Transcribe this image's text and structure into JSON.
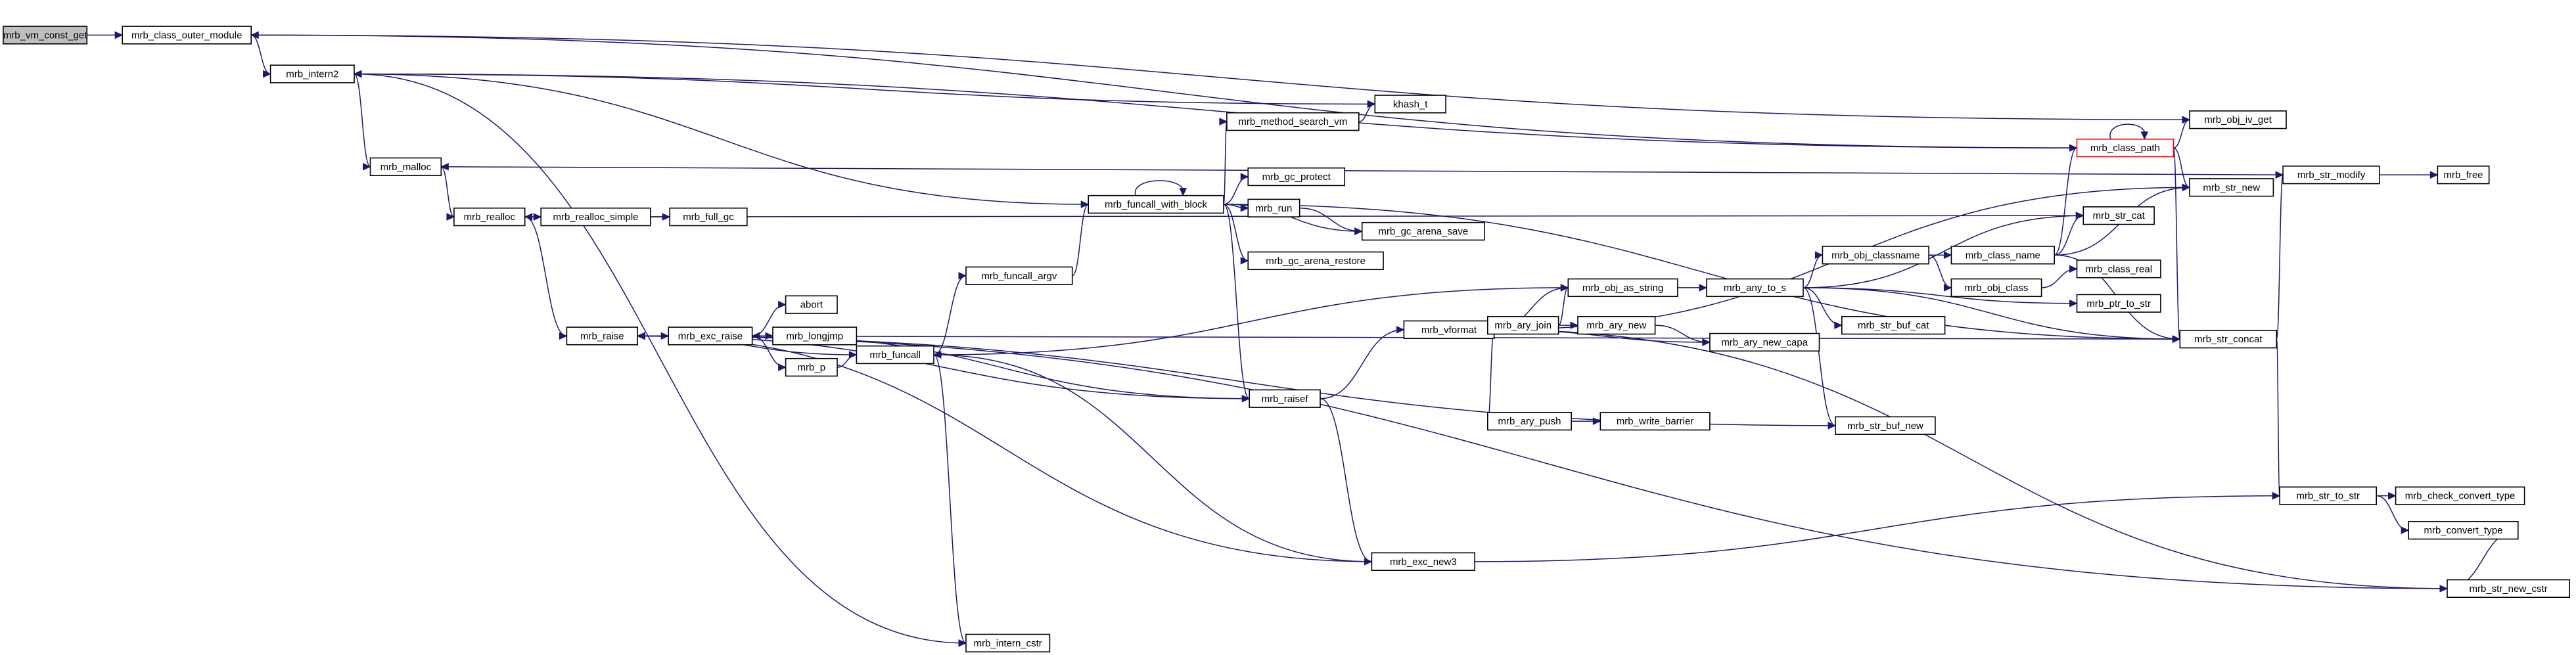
{
  "nodes": [
    {
      "id": "n0",
      "label": "mrb_vm_const_get",
      "root": true
    },
    {
      "id": "n1",
      "label": "mrb_class_outer_module"
    },
    {
      "id": "n2",
      "label": "mrb_intern2"
    },
    {
      "id": "n3",
      "label": "mrb_malloc"
    },
    {
      "id": "n4",
      "label": "mrb_realloc"
    },
    {
      "id": "n5",
      "label": "mrb_realloc_simple"
    },
    {
      "id": "n6",
      "label": "mrb_full_gc"
    },
    {
      "id": "n7",
      "label": "mrb_raise"
    },
    {
      "id": "n8",
      "label": "mrb_exc_raise"
    },
    {
      "id": "n9",
      "label": "abort"
    },
    {
      "id": "n10",
      "label": "mrb_longjmp"
    },
    {
      "id": "n11",
      "label": "mrb_p"
    },
    {
      "id": "n12",
      "label": "mrb_funcall"
    },
    {
      "id": "n13",
      "label": "mrb_funcall_argv"
    },
    {
      "id": "n14",
      "label": "mrb_intern_cstr"
    },
    {
      "id": "n15",
      "label": "mrb_funcall_with_block"
    },
    {
      "id": "n16",
      "label": "mrb_method_search_vm"
    },
    {
      "id": "n17",
      "label": "khash_t"
    },
    {
      "id": "n18",
      "label": "mrb_gc_protect"
    },
    {
      "id": "n19",
      "label": "mrb_run"
    },
    {
      "id": "n20",
      "label": "mrb_gc_arena_save"
    },
    {
      "id": "n21",
      "label": "mrb_gc_arena_restore"
    },
    {
      "id": "n22",
      "label": "mrb_raisef"
    },
    {
      "id": "n23",
      "label": "mrb_vformat"
    },
    {
      "id": "n24",
      "label": "mrb_exc_new3"
    },
    {
      "id": "n25",
      "label": "mrb_ary_join"
    },
    {
      "id": "n26",
      "label": "mrb_ary_new"
    },
    {
      "id": "n27",
      "label": "mrb_ary_new_capa"
    },
    {
      "id": "n28",
      "label": "mrb_ary_push"
    },
    {
      "id": "n29",
      "label": "mrb_write_barrier"
    },
    {
      "id": "n30",
      "label": "mrb_obj_as_string"
    },
    {
      "id": "n31",
      "label": "mrb_any_to_s"
    },
    {
      "id": "n32",
      "label": "mrb_str_buf_cat"
    },
    {
      "id": "n33",
      "label": "mrb_str_buf_new"
    },
    {
      "id": "n34",
      "label": "mrb_obj_classname"
    },
    {
      "id": "n35",
      "label": "mrb_class_name"
    },
    {
      "id": "n36",
      "label": "mrb_obj_class"
    },
    {
      "id": "n37",
      "label": "mrb_class_real"
    },
    {
      "id": "n38",
      "label": "mrb_ptr_to_str"
    },
    {
      "id": "n39",
      "label": "mrb_str_cat"
    },
    {
      "id": "n40",
      "label": "mrb_class_path",
      "red": true
    },
    {
      "id": "n41",
      "label": "mrb_obj_iv_get"
    },
    {
      "id": "n42",
      "label": "mrb_str_new"
    },
    {
      "id": "n43",
      "label": "mrb_str_concat"
    },
    {
      "id": "n44",
      "label": "mrb_str_modify"
    },
    {
      "id": "n45",
      "label": "mrb_free"
    },
    {
      "id": "n46",
      "label": "mrb_str_to_str"
    },
    {
      "id": "n47",
      "label": "mrb_check_convert_type"
    },
    {
      "id": "n48",
      "label": "mrb_convert_type"
    },
    {
      "id": "n49",
      "label": "mrb_str_new_cstr"
    }
  ],
  "colors": {
    "edge": "#191970",
    "root_fill": "#bfbfbf",
    "highlight_border": "#ff0000"
  }
}
